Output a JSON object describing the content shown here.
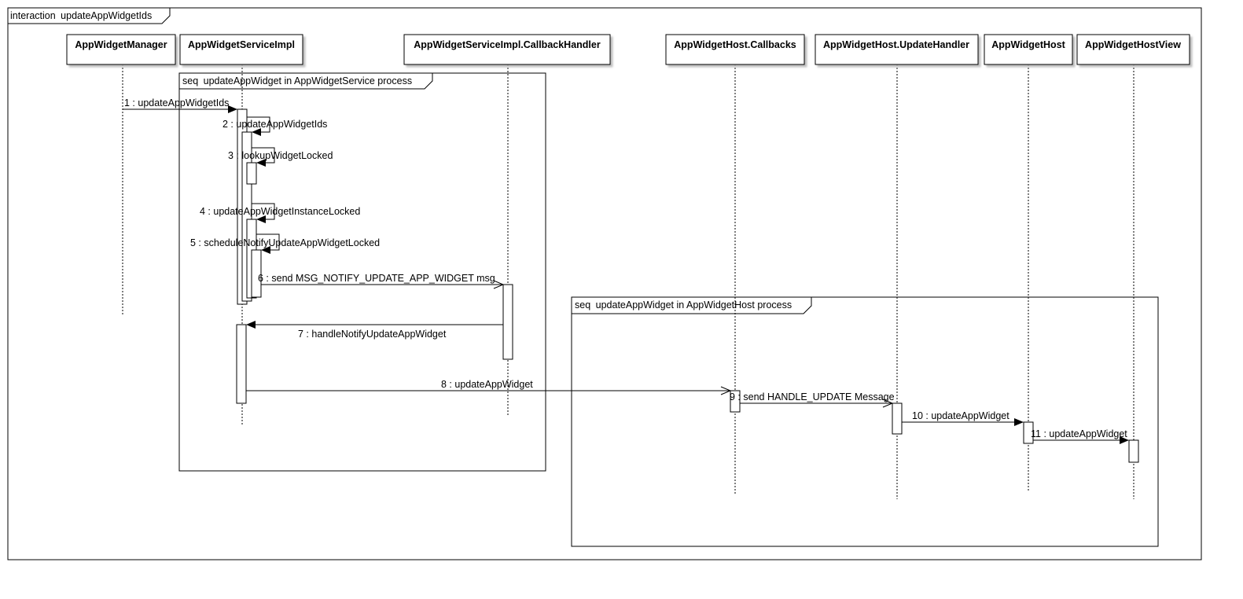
{
  "frame": {
    "keyword": "interaction",
    "name": "updateAppWidgetIds"
  },
  "lifelines": [
    {
      "id": "mgr",
      "label": "AppWidgetManager"
    },
    {
      "id": "impl",
      "label": "AppWidgetServiceImpl"
    },
    {
      "id": "cbh",
      "label": "AppWidgetServiceImpl.CallbackHandler"
    },
    {
      "id": "hcb",
      "label": "AppWidgetHost.Callbacks"
    },
    {
      "id": "huh",
      "label": "AppWidgetHost.UpdateHandler"
    },
    {
      "id": "host",
      "label": "AppWidgetHost"
    },
    {
      "id": "hv",
      "label": "AppWidgetHostView"
    }
  ],
  "fragments": [
    {
      "keyword": "seq",
      "name": "updateAppWidget in AppWidgetService process"
    },
    {
      "keyword": "seq",
      "name": "updateAppWidget in AppWidgetHost process"
    }
  ],
  "messages": [
    {
      "label": "1 : updateAppWidgetIds"
    },
    {
      "label": "2 : updateAppWidgetIds"
    },
    {
      "label": "3 : lookupWidgetLocked"
    },
    {
      "label": "4 : updateAppWidgetInstanceLocked"
    },
    {
      "label": "5 : scheduleNotifyUpdateAppWidgetLocked"
    },
    {
      "label": "6 : send MSG_NOTIFY_UPDATE_APP_WIDGET msg"
    },
    {
      "label": "7 : handleNotifyUpdateAppWidget"
    },
    {
      "label": "8 : updateAppWidget"
    },
    {
      "label": "9 : send HANDLE_UPDATE Message"
    },
    {
      "label": "10 : updateAppWidget"
    },
    {
      "label": "11 : updateAppWidget"
    }
  ]
}
